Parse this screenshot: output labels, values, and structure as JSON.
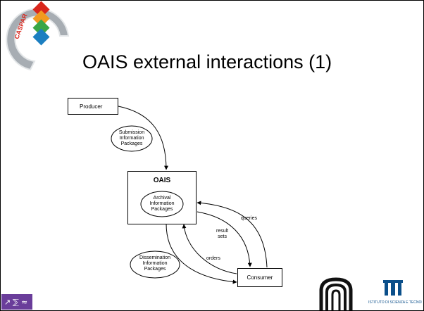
{
  "slide": {
    "title": "OAIS external interactions (1)",
    "logo_text": "CASPAR",
    "footer_left_icons": "↗⅀≈",
    "footer_right_institute": "ISTITUTO DI SCIENZA E TECNOLOGIE"
  },
  "diagram": {
    "producer": "Producer",
    "oais": "OAIS",
    "consumer": "Consumer",
    "sip": "Submission\nInformation\nPackages",
    "aip": "Archival\nInformation\nPackages",
    "dip": "Dissemination\nInformation\nPackages",
    "queries": "queries",
    "result_sets": "result\nsets",
    "orders": "orders"
  },
  "colors": {
    "caspar_red": "#d9261c",
    "caspar_orange": "#f29a1f",
    "caspar_green": "#3aa646",
    "caspar_blue": "#1c7fc1",
    "ring_gray": "#a7adb3",
    "cnr_black": "#111111",
    "isti_blue": "#0b4f8a",
    "footer_icon_bg": "#6a3d9a"
  }
}
